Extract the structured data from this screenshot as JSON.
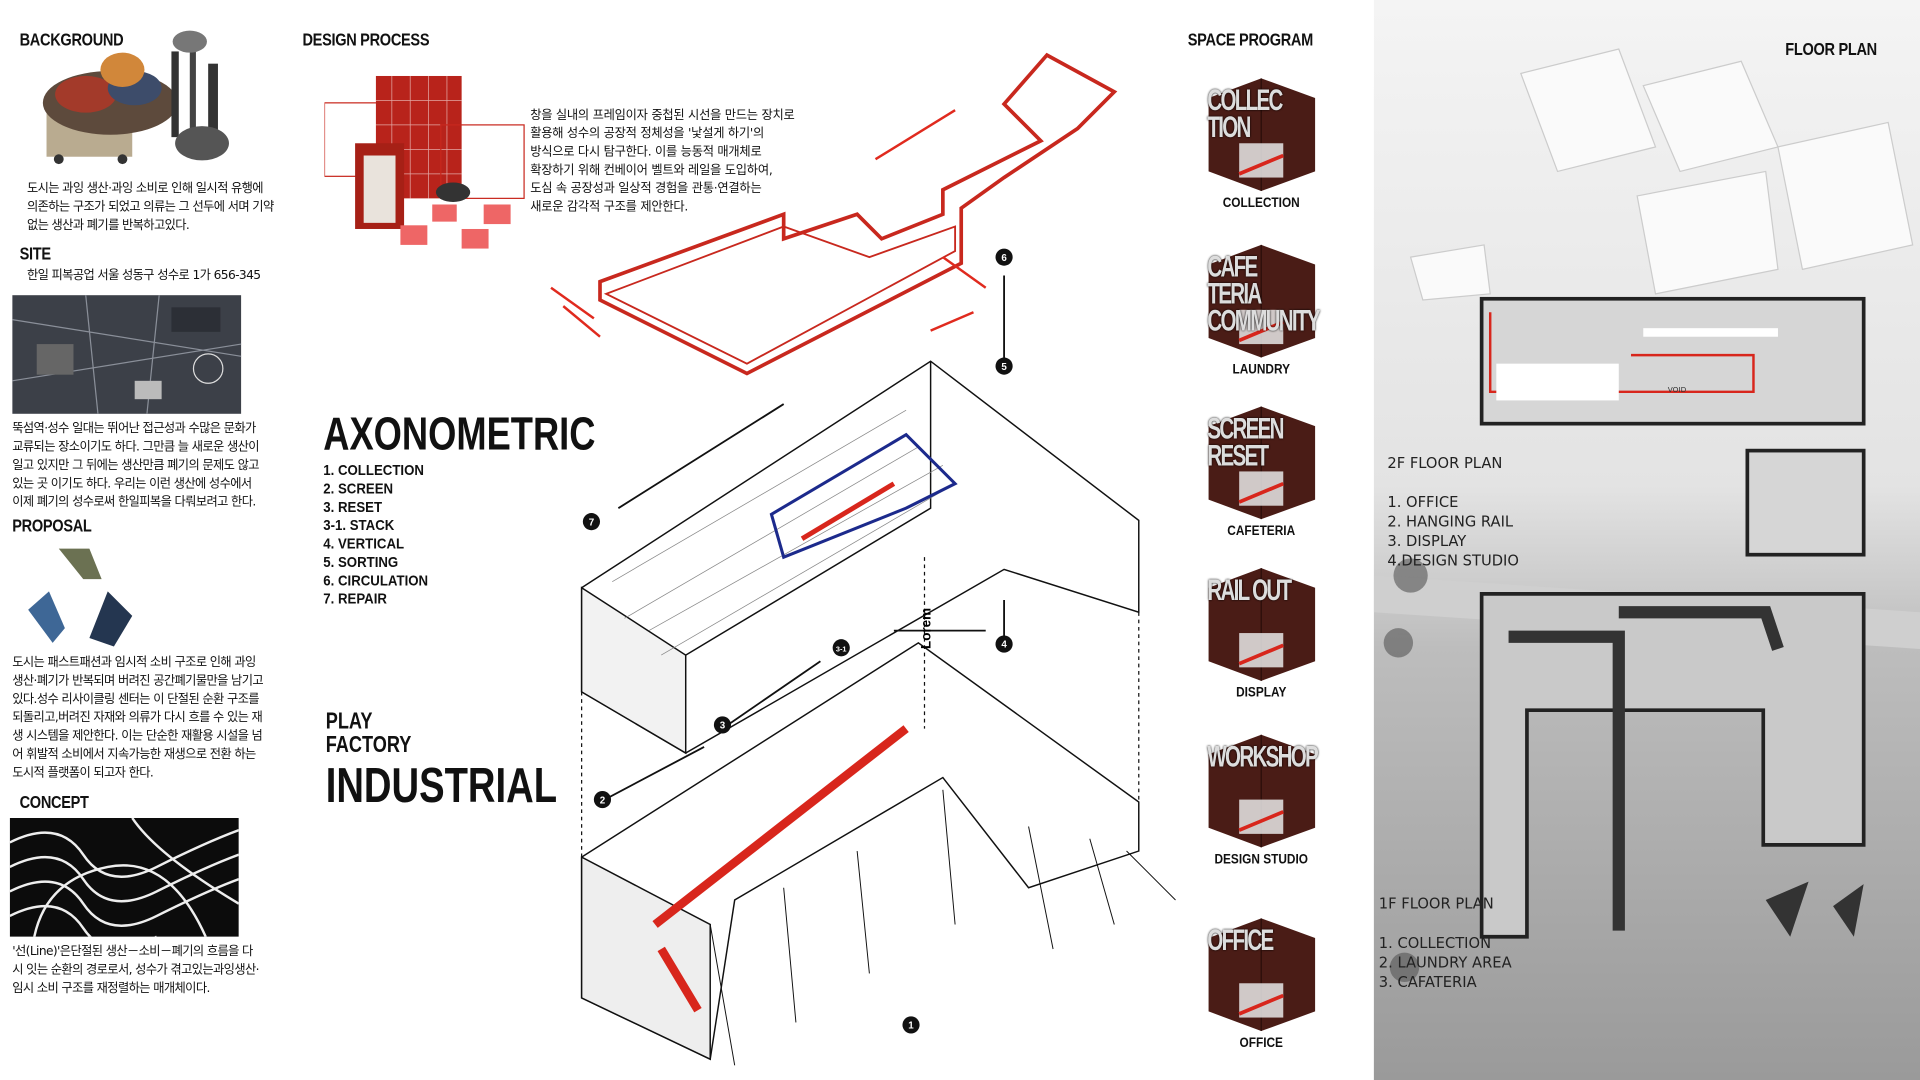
{
  "sections": {
    "background": {
      "title": "BACKGROUND",
      "text": [
        "도시는 과잉 생산·과잉 소비로 인해 일시적 유행에",
        "의존하는 구조가 되었고 의류는 그 선두에 서며 기약",
        "없는 생산과 폐기를 반복하고있다."
      ]
    },
    "site": {
      "title": "SITE",
      "address": "한일 피복공업 서울 성동구 성수로 1가 656-345",
      "text": [
        "뚝섬역·성수 일대는 뛰어난 접근성과 수많은 문화가",
        "교류되는 장소이기도 하다. 그만큼 늘 새로운 생산이",
        "일고 있지만 그 뒤에는 생산만큼 폐기의 문제도 않고",
        "있는 곳 이기도 하다. 우리는 이런 생산에 성수에서",
        "이제 폐기의 성수로써 한일피복을 다뤄보려고 한다."
      ]
    },
    "proposal": {
      "title": "PROPOSAL",
      "text": [
        "도시는 패스트패션과 임시적 소비 구조로 인해 과잉",
        "생산·폐기가 반복되며 버려진 공간폐기물만을 남기고",
        "있다.성수 리사이클링 센터는 이 단절된 순환 구조를",
        "되돌리고,버려진 자재와 의류가 다시 흐를 수 있는 재",
        "생  시스템을 제안한다. 이는 단순한 재활용 시설을 넘",
        "어 휘발적 소비에서 지속가능한 재생으로 전환 하는",
        " 도시적 플랫폼이 되고자 한다."
      ]
    },
    "concept": {
      "title": "CONCEPT",
      "text": [
        "'선(Line)'은단절된 생산－소비－폐기의 흐름을 다",
        "시 잇는 순환의 경로로서, 성수가 겪고있는과잉생산·",
        "임시 소비 구조를 재정렬하는 매개체이다."
      ]
    },
    "design_process": {
      "title": "DESIGN PROCESS",
      "text": [
        "창을 실내의 프레임이자 중첩된 시선을 만드는 장치로",
        "활용해 성수의 공장적 정체성을 '낯설게 하기'의",
        "방식으로 다시 탐구한다. 이를 능동적 매개체로",
        "확장하기 위해 컨베이어 벨트와 레일을 도입하여,",
        "도심 속 공장성과 일상적 경험을 관통·연결하는",
        "새로운 감각적 구조를 제안한다."
      ]
    }
  },
  "axonometric": {
    "title": "AXONOMETRIC",
    "items": [
      "1. COLLECTION",
      "2. SCREEN",
      "3. RESET",
      "3-1. STACK",
      "4. VERTICAL",
      "5. SORTING",
      "6. CIRCULATION",
      "7. REPAIR"
    ],
    "markers": [
      "1",
      "2",
      "3",
      "3-1",
      "4",
      "5",
      "6",
      "7"
    ],
    "tagline": [
      "PLAY",
      "FACTORY"
    ],
    "headline": "INDUSTRIAL",
    "vertical_label": "Lorem"
  },
  "space_program": {
    "title": "SPACE PROGRAM",
    "items": [
      {
        "word": "COLLEC TION",
        "label": "COLLECTION"
      },
      {
        "word": "CAFE TERIA COMMUNITY",
        "label": "LAUNDRY"
      },
      {
        "word": "SCREEN RESET",
        "label": "CAFETERIA"
      },
      {
        "word": "RAIL OUT",
        "label": "DISPLAY"
      },
      {
        "word": "WORKSHOP",
        "label": "DESIGN STUDIO"
      },
      {
        "word": "OFFICE",
        "label": "OFFICE"
      }
    ]
  },
  "floor_plan": {
    "title": "FLOOR PLAN",
    "f2": {
      "title": "2F FLOOR PLAN",
      "items": [
        "1. OFFICE",
        "2. HANGING RAIL",
        "3. DISPLAY",
        "4.DESIGN STUDIO"
      ],
      "void": "VOID"
    },
    "f1": {
      "title": "1F FLOOR PLAN",
      "items": [
        "1. COLLECTION",
        "2. LAUNDRY AREA",
        "3. CAFATERIA"
      ]
    }
  },
  "colors": {
    "accent": "#d8261c",
    "dark": "#111111",
    "brick": "#4a1c16"
  }
}
